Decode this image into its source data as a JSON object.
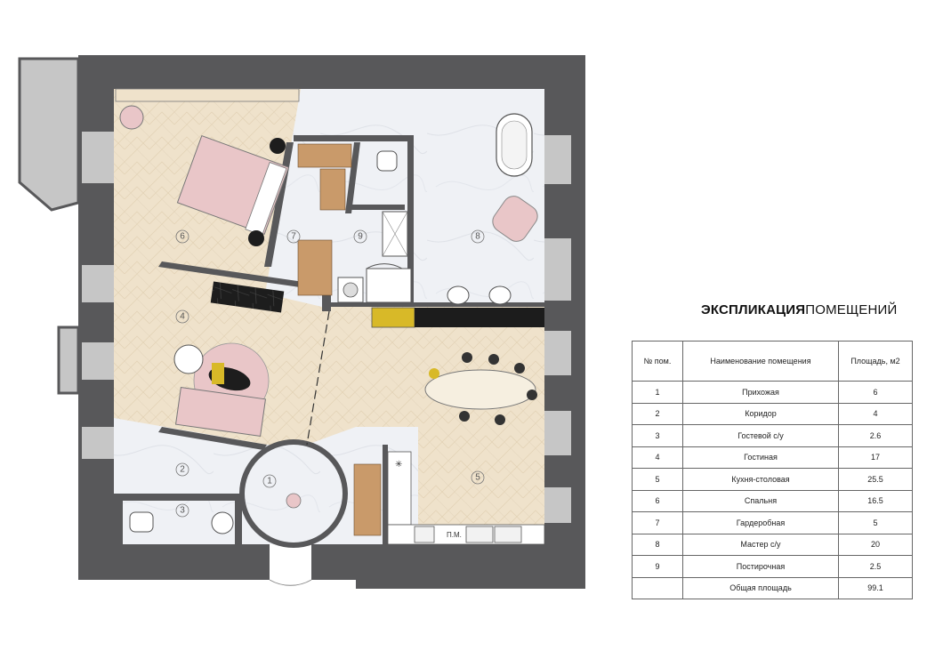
{
  "legend": {
    "title_bold": "ЭКСПЛИКАЦИЯ",
    "title_rest": "ПОМЕЩЕНИЙ",
    "headers": [
      "№ пом.",
      "Наименование помещения",
      "Площадь, м2"
    ],
    "rows": [
      {
        "num": "1",
        "name": "Прихожая",
        "area": "6"
      },
      {
        "num": "2",
        "name": "Коридор",
        "area": "4"
      },
      {
        "num": "3",
        "name": "Гостевой с/у",
        "area": "2.6"
      },
      {
        "num": "4",
        "name": "Гостиная",
        "area": "17"
      },
      {
        "num": "5",
        "name": "Кухня-столовая",
        "area": "25.5"
      },
      {
        "num": "6",
        "name": "Спальня",
        "area": "16.5"
      },
      {
        "num": "7",
        "name": "Гардеробная",
        "area": "5"
      },
      {
        "num": "8",
        "name": "Мастер с/у",
        "area": "20"
      },
      {
        "num": "9",
        "name": "Постирочная",
        "area": "2.5"
      }
    ],
    "total": {
      "num": "",
      "name": "Общая площадь",
      "area": "99.1"
    }
  },
  "plan": {
    "room_labels": [
      "1",
      "2",
      "3",
      "4",
      "5",
      "6",
      "7",
      "8",
      "9"
    ],
    "appliance_label": "П.М.",
    "colors": {
      "wall": "#58585a",
      "wood": "#efe2cb",
      "marble": "#eff1f5",
      "pink": "#e9c6c8",
      "accent_yellow": "#d8b928",
      "dark_cabinet": "#1c1c1c",
      "window": "#c6c6c6"
    }
  }
}
